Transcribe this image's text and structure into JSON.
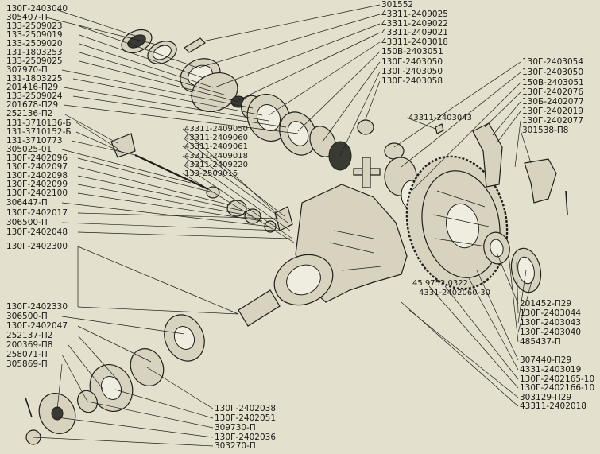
{
  "labels": {
    "l01": "130Г-2403040",
    "l02": "305407-П",
    "l03": "133-2509023",
    "l04": "133-2509019",
    "l05": "133-2509020",
    "l06": "131-1803253",
    "l07": "133-2509025",
    "l08": "307970-П",
    "l09": "131-1803225",
    "l10": "201416-П29",
    "l11": "133-2509024",
    "l12": "201678-П29",
    "l13": "252136-П2",
    "l14": "131-3710136-Б",
    "l15": "131-3710152-Б",
    "l16": "131-3710773",
    "l17": "305025-01",
    "l18": "130Г-2402096",
    "l19": "130Г-2402097",
    "l20": "130Г-2402098",
    "l21": "130Г-2402099",
    "l22": "130Г-2402100",
    "l23": "306447-П",
    "l24": "130Г-2402017",
    "l25": "306500-П",
    "l26": "130Г-2402048",
    "l27": "130Г-2402300",
    "l28": "130Г-2402330",
    "l29": "306500-П",
    "l30": "130Г-2402047",
    "l31": "252137-П2",
    "l32": "200369-П8",
    "l33": "258071-П",
    "l34": "305869-П",
    "r01": "301552",
    "r02": "43311-2409025",
    "r03": "43311-2409022",
    "r04": "43311-2409021",
    "r05": "43311-2403018",
    "r06": "150В-2403051",
    "r07": "130Г-2403050",
    "r08": "130Г-2403050",
    "r09": "130Г-2403058",
    "m01": "43311-2409050",
    "m02": "43311-2409060",
    "m03": "43311-2409061",
    "m04": "43311-2409018",
    "m05": "43311-2409220",
    "m06": "133-2509015",
    "m07": "43311-2403043",
    "f01": "130Г-2403054",
    "f02": "130Г-2403050",
    "f03": "150В-2403051",
    "f04": "130Г-2402076",
    "f05": "130Б-2402077",
    "f06": "130Г-2402019",
    "f07": "130Г-2402077",
    "f08": "301538-П8",
    "c01": "45 9752 0322",
    "c02": "4331-2402060-30",
    "b01": "201452-П29",
    "b02": "130Г-2403044",
    "b03": "130Г-2403043",
    "b04": "130Г-2403040",
    "b05": "485437-П",
    "b06": "307440-П29",
    "b07": "4331-2403019",
    "b08": "130Г-2402165-10",
    "b09": "130Г-2402166-10",
    "b10": "303129-П29",
    "b11": "43311-2402018",
    "d01": "130Г-2402038",
    "d02": "130Г-2402051",
    "d03": "309730-П",
    "d04": "130Г-2402036",
    "d05": "303270-П"
  }
}
